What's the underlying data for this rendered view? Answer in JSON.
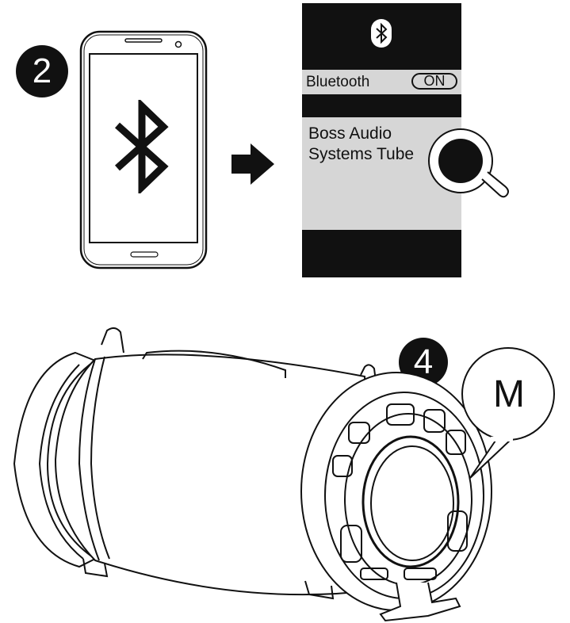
{
  "steps": {
    "step_a": "2",
    "step_b": "4"
  },
  "phone_screen": {
    "icon": "bluetooth-icon"
  },
  "arrow": {
    "icon": "right-arrow-icon"
  },
  "settings_panel": {
    "header_icon": "bluetooth-icon",
    "bluetooth_label": "Bluetooth",
    "toggle_label": "ON",
    "device_name_line1": "Boss Audio",
    "device_name_line2": "Systems Tube",
    "tap_icon": "magnifier-touch-icon"
  },
  "speaker": {
    "mode_button_callout": "M"
  },
  "colors": {
    "ink": "#111111",
    "panel_gray": "#d6d6d6",
    "background": "#ffffff"
  }
}
